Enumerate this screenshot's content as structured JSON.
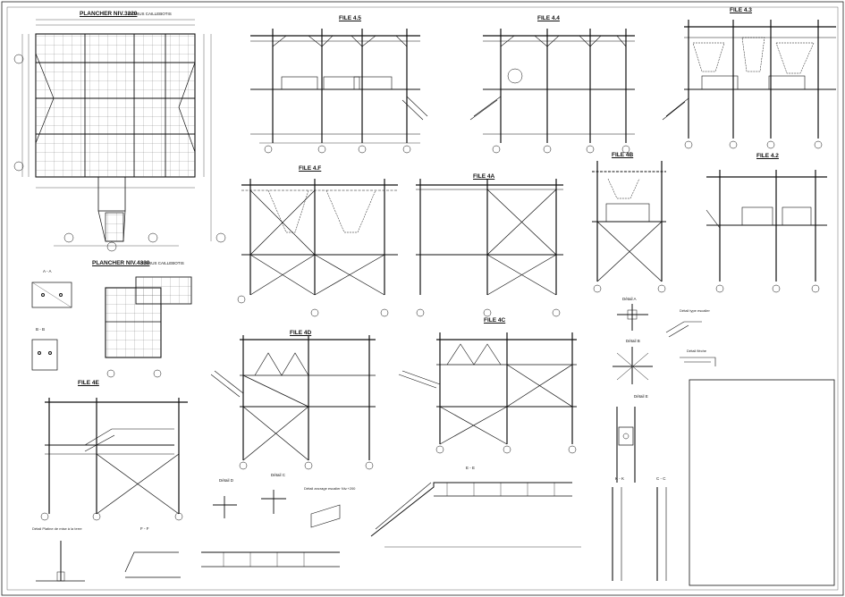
{
  "sheet": {
    "views": {
      "plan_3220": {
        "title": "PLANCHER NIV.3220",
        "subtitle": "DESSUS CAILLEBOTIS"
      },
      "plan_4330": {
        "title": "PLANCHER NIV.4330",
        "subtitle": "DESSUS CAILLEBOTIS"
      },
      "file_45": {
        "title": "FILE 4.5"
      },
      "file_44": {
        "title": "FILE 4.4"
      },
      "file_43": {
        "title": "FILE 4.3"
      },
      "file_4f": {
        "title": "FILE 4.F"
      },
      "file_4a": {
        "title": "FILE 4A"
      },
      "file_4b": {
        "title": "FILE 4B"
      },
      "file_42": {
        "title": "FILE 4.2"
      },
      "file_4d": {
        "title": "FILE 4D"
      },
      "file_4c": {
        "title": "FILE 4C"
      },
      "file_4e": {
        "title": "FILE 4E"
      },
      "section_aa": {
        "title": "A - A"
      },
      "section_bb": {
        "title": "B - B"
      },
      "section_ee": {
        "title": "E - E"
      },
      "section_ff": {
        "title": "F - F"
      },
      "section_kk": {
        "title": "K - K"
      },
      "section_cc": {
        "title": "C - C"
      },
      "detail_a": {
        "title": "Détail A"
      },
      "detail_b": {
        "title": "Détail B"
      },
      "detail_c": {
        "title": "Détail C"
      },
      "detail_d": {
        "title": "Détail D"
      },
      "detail_e": {
        "title": "Détail E"
      },
      "detail_type_escalier": {
        "title": "Détail type escalier"
      },
      "detail_fleche": {
        "title": "Détail flèche"
      },
      "detail_ancrage": {
        "title": "Détail ancrage escalier Niv.+200"
      },
      "detail_platine": {
        "title": "Détail Platine de mise à la terre"
      }
    }
  }
}
